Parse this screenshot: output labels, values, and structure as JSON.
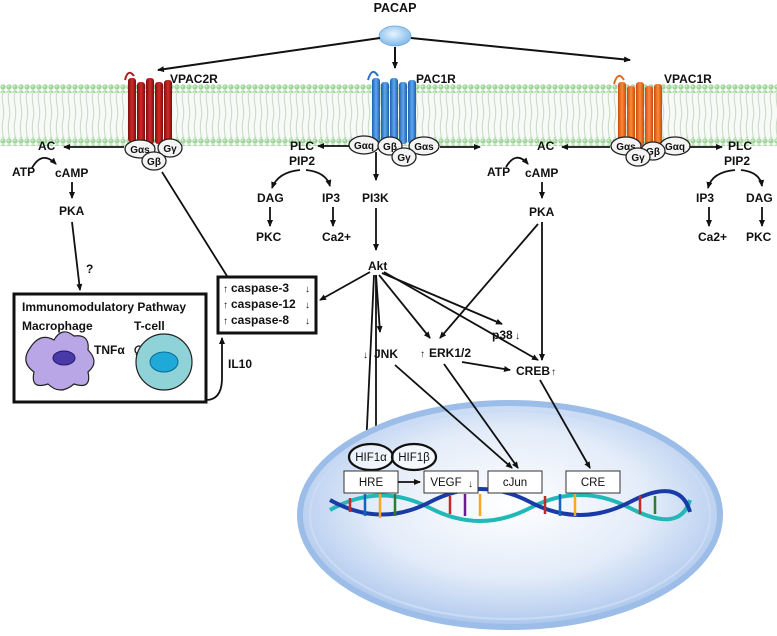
{
  "ligand": "PACAP",
  "receptors": {
    "left": "VPAC2R",
    "center": "PAC1R",
    "right": "VPAC1R"
  },
  "gproteins": {
    "left": [
      "Gαs",
      "Gβ",
      "Gγ"
    ],
    "center": [
      "Gαq",
      "Gβ",
      "Gγ",
      "Gαs"
    ],
    "right": [
      "Gαs",
      "Gγ",
      "Gβ",
      "Gαq"
    ]
  },
  "left_pathway": [
    "AC",
    "ATP",
    "cAMP",
    "PKA",
    "?"
  ],
  "center_pathway": [
    "PLC",
    "PIP2",
    "DAG",
    "IP3",
    "PKC",
    "Ca2+",
    "PI3K",
    "Akt"
  ],
  "right_camp_pathway": [
    "AC",
    "ATP",
    "cAMP",
    "PKA"
  ],
  "right_plc_pathway": [
    "PLC",
    "PIP2",
    "IP3",
    "DAG",
    "Ca2+",
    "PKC"
  ],
  "kinases": [
    "JNK",
    "ERK1/2",
    "p38",
    "CREB"
  ],
  "caspases": [
    "caspase-3",
    "caspase-12",
    "caspase-8"
  ],
  "immuno": {
    "title": "Immunomodulatory Pathway",
    "macrophage": "Macrophage",
    "tcell": "T-cell",
    "tnf": "TNFα",
    "il10": "IL10"
  },
  "nucleus": {
    "hif_alpha": "HIF1α",
    "hif_beta": "HIF1β",
    "genes": [
      "HRE",
      "VEGF",
      "cJun",
      "CRE"
    ]
  }
}
